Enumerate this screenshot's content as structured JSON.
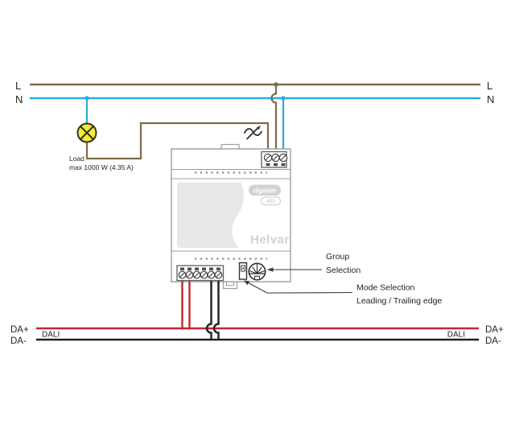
{
  "diagram": {
    "mains": {
      "l_left": "L",
      "n_left": "N",
      "l_right": "L",
      "n_right": "N"
    },
    "load": {
      "name": "Load",
      "rating": "max 1000 W (4.35 A)"
    },
    "device": {
      "logo": "digidim",
      "model": "452",
      "brand": "Helvar"
    },
    "controls": {
      "group_label_line1": "Group",
      "group_label_line2": "Selection",
      "mode_label_line1": "Mode Selection",
      "mode_label_line2": "Leading / Trailing edge"
    },
    "dali": {
      "da_plus_left": "DA+",
      "da_minus_left": "DA-",
      "bus_left": "DALI",
      "bus_right": "DALI",
      "da_plus_right": "DA+",
      "da_minus_right": "DA-"
    }
  },
  "colors": {
    "live": "#7d6b49",
    "neutral": "#29abe2",
    "da_plus": "#c4262e",
    "da_minus": "#231f20",
    "lamp_fill": "#f7ec31"
  }
}
